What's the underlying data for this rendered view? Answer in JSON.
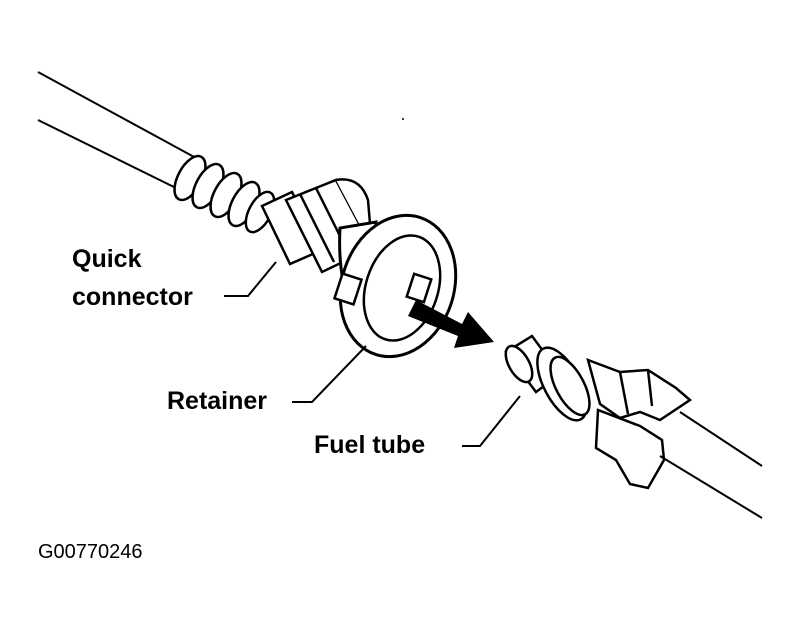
{
  "labels": {
    "quick_connector_line1": "Quick",
    "quick_connector_line2": "connector",
    "retainer": "Retainer",
    "fuel_tube": "Fuel tube"
  },
  "figure_id": "G00770246",
  "colors": {
    "ink": "#000000",
    "paper": "#ffffff",
    "shade": "#d9d9d9"
  }
}
